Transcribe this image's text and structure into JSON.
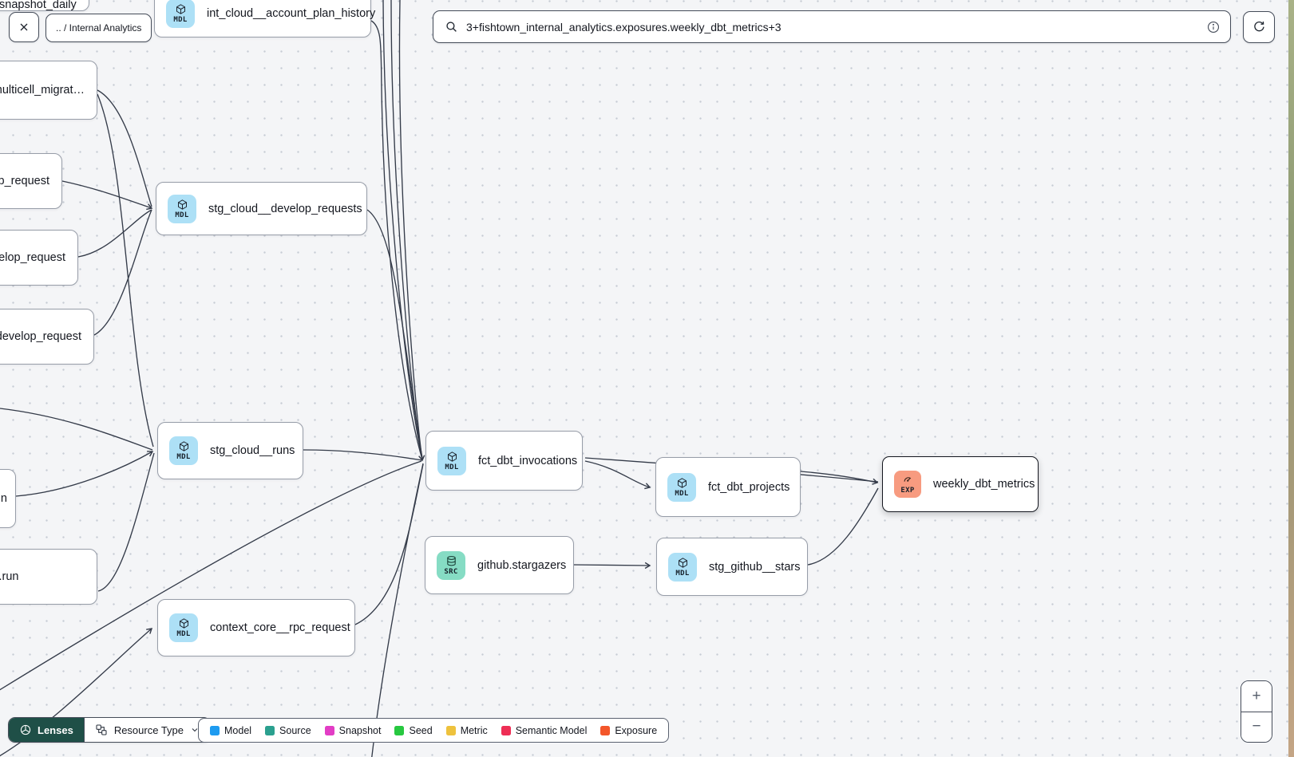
{
  "header": {
    "breadcrumb": ".. / Internal Analytics",
    "search_value": "3+fishtown_internal_analytics.exposures.weekly_dbt_metrics+3"
  },
  "graph": {
    "nodes": [
      {
        "id": "snapshot_daily",
        "label": "snapshot_daily",
        "type": "model",
        "partial": true
      },
      {
        "id": "int_cloud__account_plan_history",
        "label": "int_cloud__account_plan_history",
        "badge": "MDL",
        "type": "model"
      },
      {
        "id": "multicell_migrat",
        "label": "multicell_migrat…",
        "type": "model",
        "partial": true
      },
      {
        "id": "p_request",
        "label": "p_request",
        "type": "model",
        "partial": true
      },
      {
        "id": "velop_request",
        "label": "velop_request",
        "type": "model",
        "partial": true
      },
      {
        "id": "develop_request",
        "label": ".develop_request",
        "type": "model",
        "partial": true
      },
      {
        "id": "stg_cloud__develop_requests",
        "label": "stg_cloud__develop_requests",
        "badge": "MDL",
        "type": "model"
      },
      {
        "id": "stg_cloud__runs",
        "label": "stg_cloud__runs",
        "badge": "MDL",
        "type": "model"
      },
      {
        "id": "n",
        "label": "n",
        "type": "model",
        "partial": true
      },
      {
        "id": "run",
        "label": ".run",
        "type": "model",
        "partial": true
      },
      {
        "id": "fct_dbt_invocations",
        "label": "fct_dbt_invocations",
        "badge": "MDL",
        "type": "model"
      },
      {
        "id": "fct_dbt_projects",
        "label": "fct_dbt_projects",
        "badge": "MDL",
        "type": "model"
      },
      {
        "id": "github_stargazers",
        "label": "github.stargazers",
        "badge": "SRC",
        "type": "source"
      },
      {
        "id": "stg_github__stars",
        "label": "stg_github__stars",
        "badge": "MDL",
        "type": "model"
      },
      {
        "id": "context_core__rpc_request",
        "label": "context_core__rpc_request",
        "badge": "MDL",
        "type": "model"
      },
      {
        "id": "weekly_dbt_metrics",
        "label": "weekly_dbt_metrics",
        "badge": "EXP",
        "type": "exposure",
        "selected": true
      }
    ]
  },
  "toolbar": {
    "lenses": "Lenses",
    "resource_type": "Resource Type"
  },
  "legend": [
    {
      "label": "Model",
      "color": "#1e9bf0"
    },
    {
      "label": "Source",
      "color": "#2ba08f"
    },
    {
      "label": "Snapshot",
      "color": "#e23dc5"
    },
    {
      "label": "Seed",
      "color": "#27c840"
    },
    {
      "label": "Metric",
      "color": "#eec23d"
    },
    {
      "label": "Semantic Model",
      "color": "#ee2e55"
    },
    {
      "label": "Exposure",
      "color": "#f3562a"
    }
  ],
  "zoom_controls": {
    "zoom_in": "+",
    "zoom_out": "−"
  },
  "colors": {
    "model_badge": "#ade0f6",
    "source_badge": "#86dcc4",
    "exposure_badge": "#f79b80",
    "lenses_bg": "#1f4f47",
    "edge": "#343b49",
    "selected_border": "#14171f"
  }
}
